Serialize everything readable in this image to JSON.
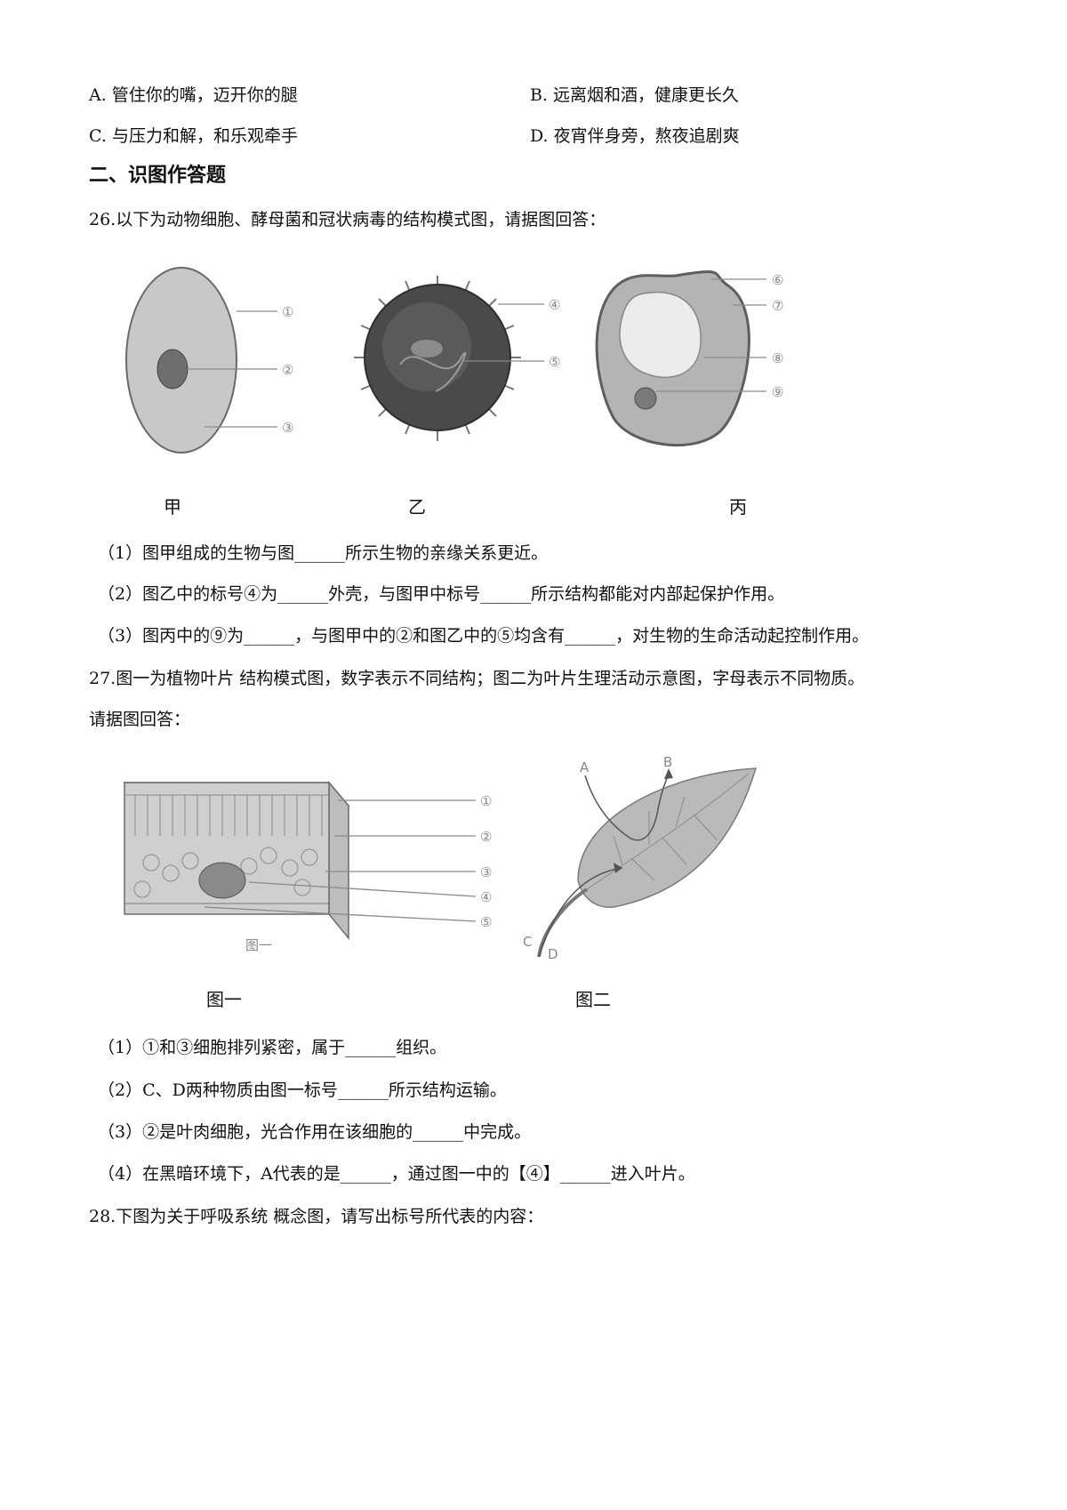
{
  "options": {
    "a": "A.  管住你的嘴，迈开你的腿",
    "b": "B.  远离烟和酒，健康更长久",
    "c": "C.  与压力和解，和乐观牵手",
    "d": "D.  夜宵伴身旁，熬夜追剧爽"
  },
  "section_title": "二、识图作答题",
  "q26": {
    "stem": "26.以下为动物细胞、酵母菌和冠状病毒的结构模式图，请据图回答：",
    "fig_labels": [
      "甲",
      "乙",
      "丙"
    ],
    "markers": [
      "①",
      "②",
      "③",
      "④",
      "⑤",
      "⑥",
      "⑦",
      "⑧",
      "⑨"
    ],
    "sub": [
      "（1）图甲组成的生物与图______所示生物的亲缘关系更近。",
      "（2）图乙中的标号④为______外壳，与图甲中标号______所示结构都能对内部起保护作用。",
      "（3）图丙中的⑨为______，与图甲中的②和图乙中的⑤均含有______，对生物的生命活动起控制作用。"
    ]
  },
  "q27": {
    "stem1": "27.图一为植物叶片   结构模式图，数字表示不同结构；图二为叶片生理活动示意图，字母表示不同物质。",
    "stem2": "请据图回答：",
    "fig_labels": [
      "图一",
      "图二"
    ],
    "inner_label": "图一",
    "markers": [
      "①",
      "②",
      "③",
      "④",
      "⑤"
    ],
    "letters": [
      "A",
      "B",
      "C",
      "D"
    ],
    "sub": [
      "（1）①和③细胞排列紧密，属于______组织。",
      "（2）C、D两种物质由图一标号______所示结构运输。",
      "（3）②是叶肉细胞，光合作用在该细胞的______中完成。",
      "（4）在黑暗环境下，A代表的是______，通过图一中的【④】______进入叶片。"
    ]
  },
  "q28": {
    "stem": "28.下图为关于呼吸系统   概念图，请写出标号所代表的内容："
  }
}
